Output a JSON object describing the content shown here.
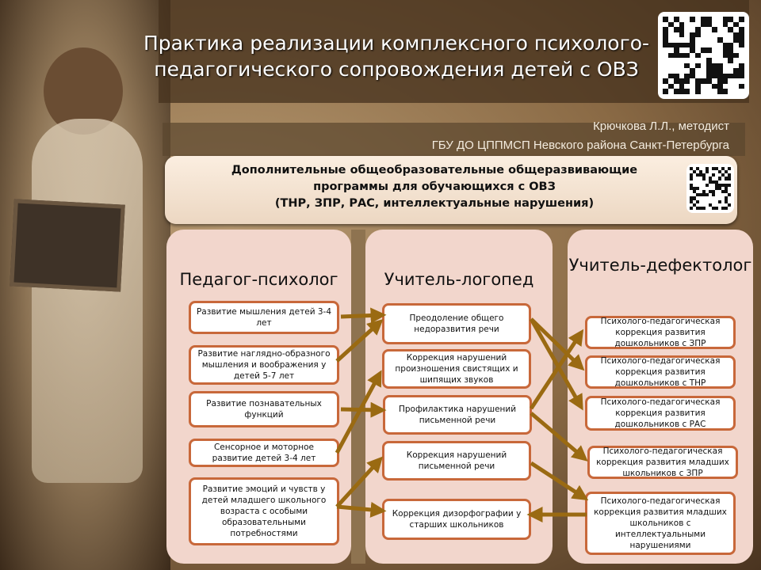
{
  "title": "Практика реализации комплексного психолого-педагогического сопровождения детей с ОВЗ",
  "author": "Крючкова Л.Л., методист",
  "organization": "ГБУ ДО ЦППМСП Невского района Санкт-Петербурга",
  "program": {
    "line1": "Дополнительные общеобразовательные общеразвивающие",
    "line2": "программы для обучающихся с ОВЗ",
    "line3": "(ТНР, ЗПР, РАС, интеллектуальные нарушения)"
  },
  "columns": [
    {
      "title": "Педагог-психолог",
      "items": [
        "Развитие мышления детей 3-4 лет",
        "Развитие наглядно-образного мышления и воображения у детей 5-7 лет",
        "Развитие познавательных функций",
        "Сенсорное и моторное развитие детей 3-4 лет",
        "Развитие эмоций и чувств у детей младшего школьного возраста с особыми образовательными потребностями"
      ]
    },
    {
      "title": "Учитель-логопед",
      "items": [
        "Преодоление общего недоразвития речи",
        "Коррекция нарушений произношения свистящих и шипящих звуков",
        "Профилактика нарушений письменной речи",
        "Коррекция нарушений письменной речи",
        "Коррекция дизорфографии у старших школьников"
      ]
    },
    {
      "title": "Учитель-дефектолог",
      "items": [
        "Психолого-педагогическая коррекция развития дошкольников с ЗПР",
        "Психолого-педагогическая коррекция развития дошкольников с ТНР",
        "Психолого-педагогическая коррекция развития дошкольников с РАС",
        "Психолого-педагогическая коррекция развития младших школьников с ЗПР",
        "Психолого-педагогическая коррекция развития младших школьников с интеллектуальными нарушениями"
      ]
    }
  ],
  "colors": {
    "arrow": "#9a6a12",
    "box_border": "#c8683a",
    "panel": "#f2d6cc"
  }
}
